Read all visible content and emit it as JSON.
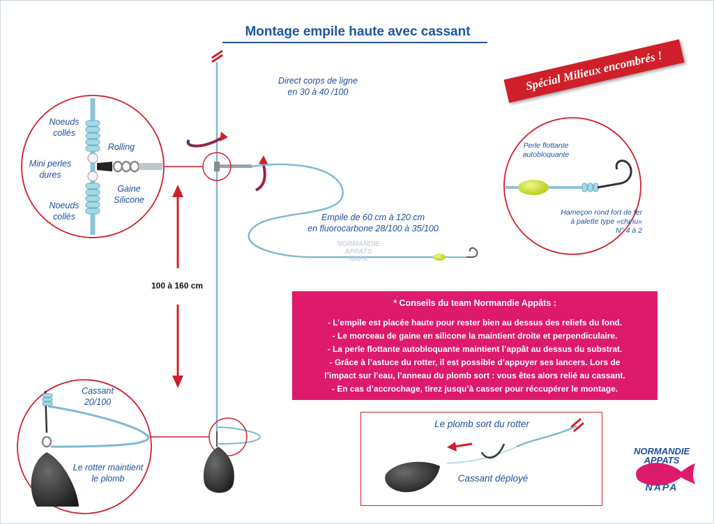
{
  "title": "Montage empile haute avec cassant",
  "stamp": "Spécial Milieux encombrés !",
  "main_labels": {
    "direct_line": [
      "Direct corps de ligne",
      "en 30 à 40 /100"
    ],
    "empile": [
      "Empile de 60 cm à 120 cm",
      "en fluorocarbone 28/100 à 35/100"
    ],
    "distance": "100 à 160 cm"
  },
  "zoom_rotor": {
    "noeuds_top": [
      "Noeuds",
      "collés"
    ],
    "rolling": "Rolling",
    "mini_perles": [
      "Mini perles",
      "dures"
    ],
    "gaine": [
      "Gaine",
      "Silicone"
    ],
    "noeuds_bottom": [
      "Noeuds",
      "collés"
    ]
  },
  "zoom_hook": {
    "perle": [
      "Perle flottante",
      "autobloquante"
    ],
    "hamecon": [
      "Hameçon rond fort de fer",
      "à palette type «chinu»",
      "N° 4 à 2"
    ]
  },
  "zoom_cassant": {
    "cassant": [
      "Cassant",
      "20/100"
    ],
    "rotter": [
      "Le rotter maintient",
      "le plomb"
    ]
  },
  "tips": {
    "title": "* Conseils du team Normandie Appâts :",
    "items": [
      "- L’empile est placée haute pour rester bien au dessus des reliefs du fond.",
      "- Le morceau de gaine en silicone la maintient droite et perpendiculaire.",
      "- La perle flottante autobloquante maintient l’appât au dessus du substrat.",
      "- Grâce à l’astuce du rotter, il est possible d’appuyer ses lancers. Lors de",
      "l’impact sur l’eau, l’anneau du plomb sort : vous êtes alors relié au cassant.",
      "- En cas d’accrochage, tirez jusqu’à casser pour réccupérer le montage."
    ]
  },
  "detail_box": {
    "plomb_sort": "Le plomb sort du rotter",
    "cassant_deploye": "Cassant déployé"
  },
  "logo": {
    "line1": "NORMANDIE",
    "line2": "APPATS",
    "line3": "NAPA"
  },
  "watermark": {
    "line1": "NORMANDIE",
    "line2": "APPATS",
    "line3": "NAPA"
  },
  "colors": {
    "title_blue": "#1d55a2",
    "accent_red": "#cf1f2b",
    "tips_pink": "#de1a6c",
    "line_blue": "#7fb8cf",
    "bead_green": "#c8dd2a",
    "lead_dark": "#2a2a2a"
  },
  "icons": [
    "rotation-arrow-icon",
    "double-arrow-icon",
    "cut-mark-icon",
    "hook-icon",
    "lead-weight-icon",
    "fish-logo-icon"
  ]
}
